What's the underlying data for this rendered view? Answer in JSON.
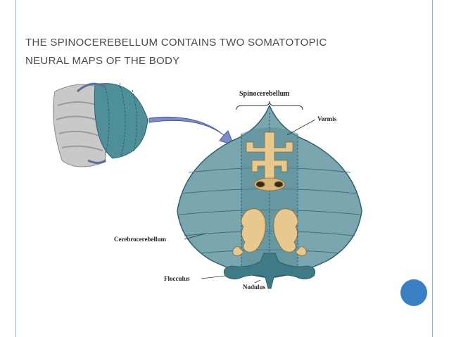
{
  "slide": {
    "title_line1": "The spinocerebellum contains two somatotopic",
    "title_line2": "neural maps of the body"
  },
  "figure": {
    "labels": {
      "spinocerebellum": "Spinocerebellum",
      "vermis": "Vermis",
      "cerebrocerebellum": "Cerebrocerebellum",
      "flocculus": "Flocculus",
      "nodulus": "Nodulus"
    }
  },
  "colors": {
    "cerebellum_fill": "#7aa6b0",
    "cerebellum_dark": "#3f7b86",
    "homunculus": "#e7c98f",
    "arrow": "#7c8cc9",
    "accent": "#3b7fc4"
  }
}
